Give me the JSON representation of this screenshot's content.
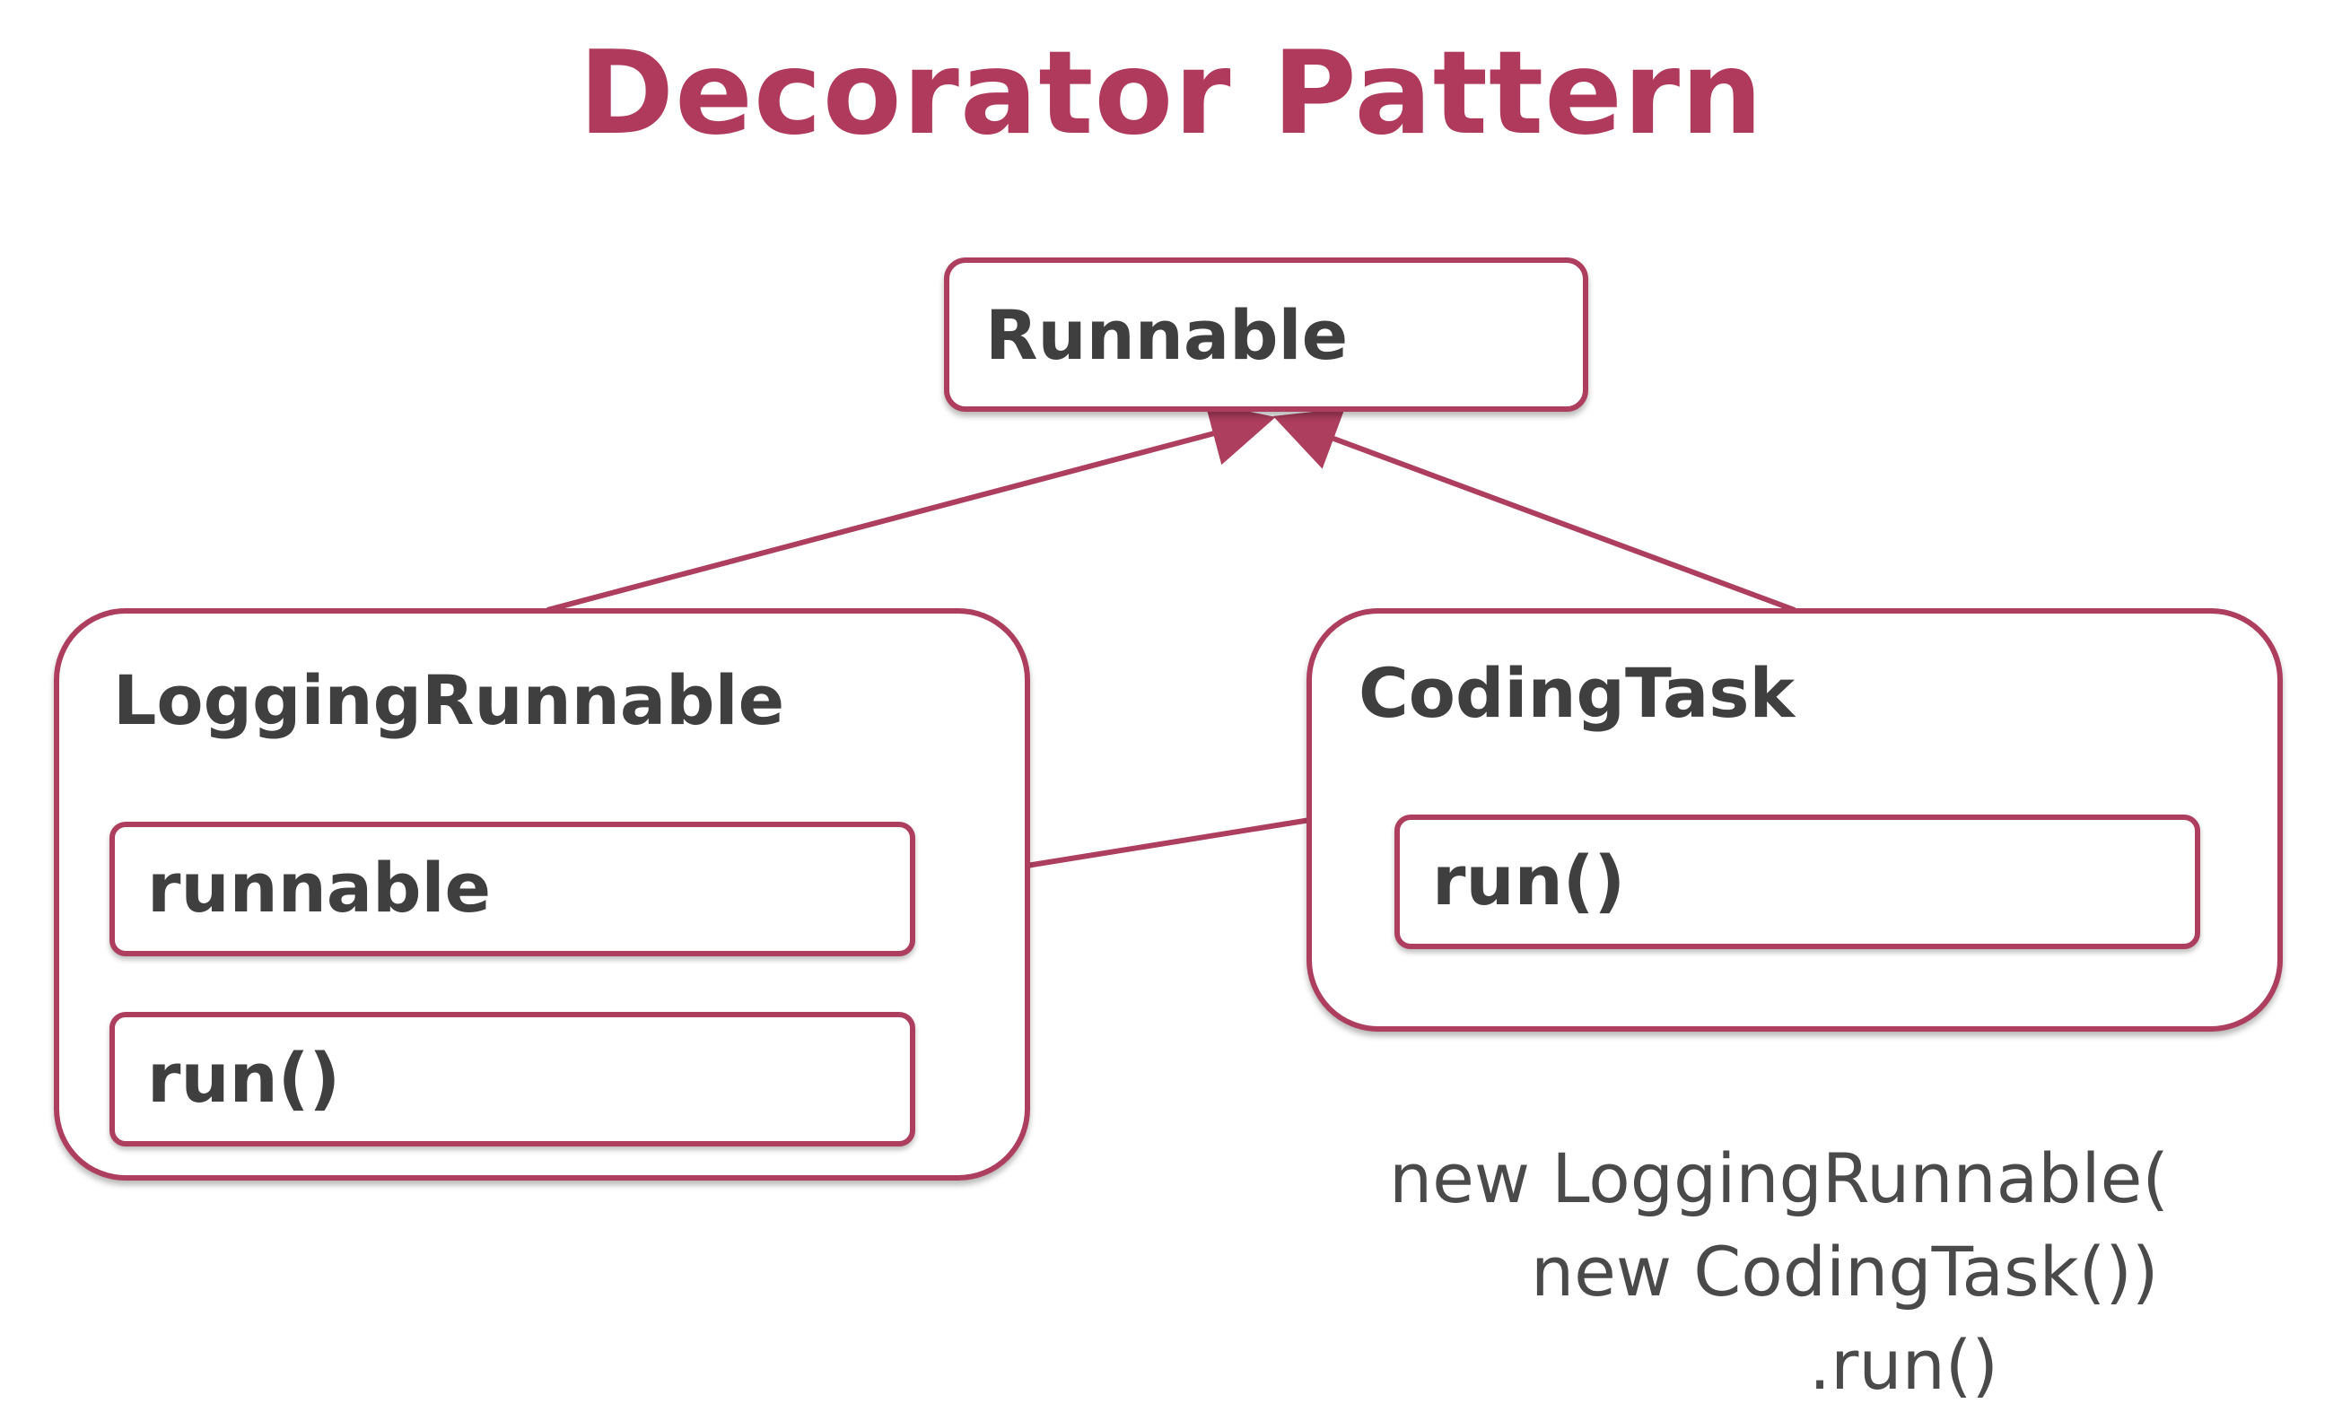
{
  "title": "Decorator Pattern",
  "colors": {
    "accent": "#b03a5b",
    "border": "#ad3e5e",
    "text": "#3f3f3f"
  },
  "boxes": {
    "runnable": {
      "label": "Runnable"
    },
    "logging_runnable": {
      "label": "LoggingRunnable",
      "field": "runnable",
      "method": "run()"
    },
    "coding_task": {
      "label": "CodingTask",
      "method": "run()"
    }
  },
  "code": {
    "line1": "new LoggingRunnable(",
    "line2": "new CodingTask())",
    "line3": ".run()"
  }
}
